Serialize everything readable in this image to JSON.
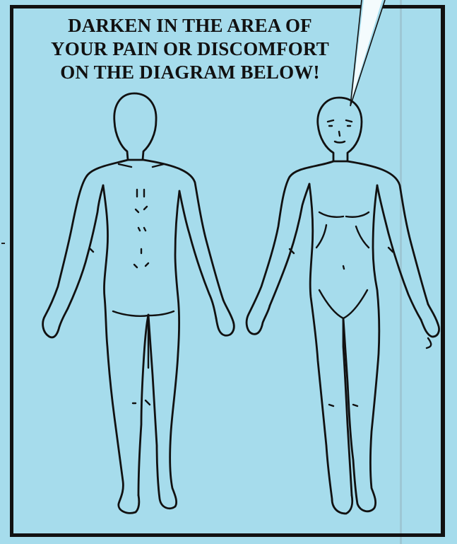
{
  "instruction": {
    "line1": "DARKEN IN THE AREA OF",
    "line2": "YOUR PAIN OR DISCOMFORT",
    "line3": "ON THE DIAGRAM BELOW!"
  },
  "colors": {
    "background": "#a6dcec",
    "ink": "#111111"
  },
  "figures": [
    {
      "id": "back",
      "view": "back"
    },
    {
      "id": "front",
      "view": "front"
    }
  ]
}
